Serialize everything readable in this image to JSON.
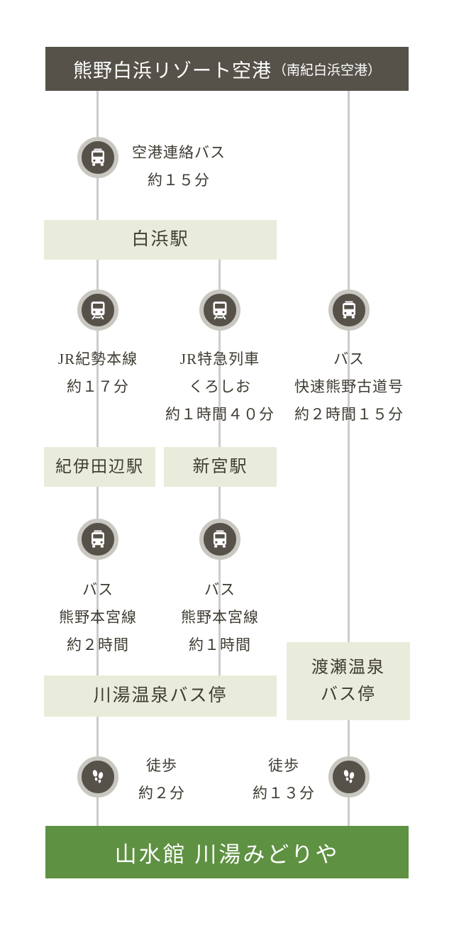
{
  "header": {
    "title": "熊野白浜リゾート空港",
    "subtitle": "（南紀白浜空港）"
  },
  "stations": {
    "shirahama": "白浜駅",
    "kiitanabe": "紀伊田辺駅",
    "shingu": "新宮駅",
    "kawayu_bus_stop": "川湯温泉バス停",
    "watase_bus_stop": [
      "渡瀬温泉",
      "バス停"
    ]
  },
  "legs": {
    "airport_bus": [
      "空港連絡バス",
      "約１５分"
    ],
    "jr_kisei": [
      "JR紀勢本線",
      "約１７分"
    ],
    "jr_kuroshio": [
      "JR特急列車",
      "くろしお",
      "約１時間４０分"
    ],
    "kumano_kodo_bus": [
      "バス",
      "快速熊野古道号",
      "約２時間１５分"
    ],
    "hongu_bus_left": [
      "バス",
      "熊野本宮線",
      "約２時間"
    ],
    "hongu_bus_middle": [
      "バス",
      "熊野本宮線",
      "約１時間"
    ],
    "walk_left": [
      "徒歩",
      "約２分"
    ],
    "walk_right": [
      "徒歩",
      "約１３分"
    ]
  },
  "destination": {
    "title": "山水館 川湯みどりや"
  },
  "colors": {
    "header_bg": "#56524a",
    "station_bg": "#eaecdb",
    "destination_bg": "#5e9142",
    "line": "#cccccc",
    "icon_ring": "#c9c8c0",
    "icon_bg": "#56524a",
    "text": "#3f3b32"
  }
}
